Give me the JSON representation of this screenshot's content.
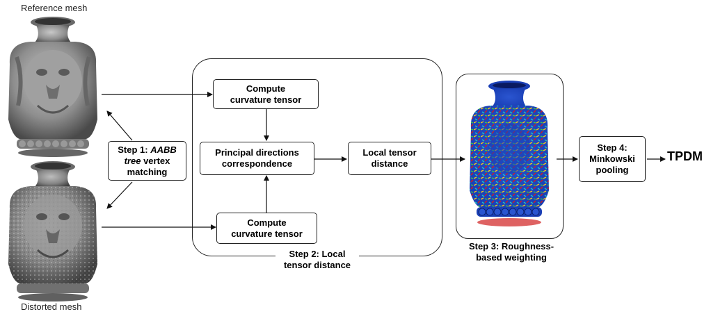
{
  "meshes": {
    "reference_caption": "Reference mesh",
    "distorted_caption": "Distorted mesh"
  },
  "step1": {
    "label_prefix": "Step 1: ",
    "label_italic": "AABB tree",
    "label_suffix": " vertex matching"
  },
  "step2": {
    "compute_top": "Compute curvature tensor",
    "principal": "Principal directions correspondence",
    "compute_bottom": "Compute curvature tensor",
    "local_distance": "Local tensor distance",
    "label": "Step 2: Local tensor distance"
  },
  "step3": {
    "label": "Step 3: Roughness-based weighting"
  },
  "step4": {
    "label": "Step 4: Minkowski pooling"
  },
  "output": {
    "label": "TPDM"
  },
  "colors": {
    "mesh_gray": "#8c8c8c",
    "heatmap_blue": "#1a3fb5",
    "heatmap_hot": "#f0c020"
  }
}
